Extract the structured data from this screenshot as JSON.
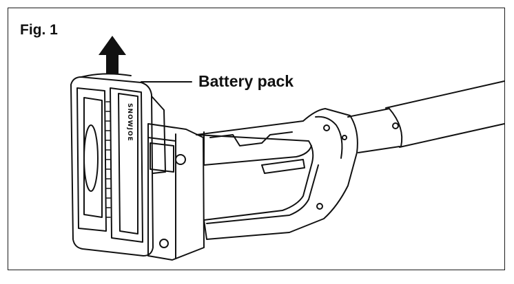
{
  "figure": {
    "label": "Fig. 1",
    "callout_label": "Battery pack",
    "brand_text": "SNOWJOE"
  },
  "colors": {
    "line": "#111111",
    "background": "#ffffff"
  },
  "icons": [
    "up-arrow-icon"
  ]
}
